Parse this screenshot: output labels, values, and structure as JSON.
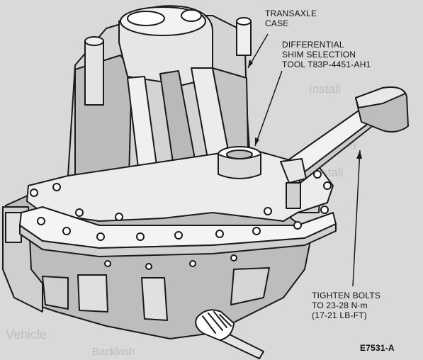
{
  "labels": {
    "transaxle_case": [
      "TRANSAXLE",
      "CASE"
    ],
    "shim_tool": [
      "DIFFERENTIAL",
      "SHIM SELECTION",
      "TOOL T83P-4451-AH1"
    ],
    "tighten_bolts": [
      "TIGHTEN BOLTS",
      "TO 23-28 N·m",
      "(17-21 LB-FT)"
    ],
    "figure_id": "E7531-A"
  },
  "bleed_through": [
    "Install",
    "Assembly",
    "Install",
    "Vehicle",
    "Backlash"
  ],
  "colors": {
    "paper": "#d9d9d9",
    "ink": "#1a1a1a",
    "shade": "#b5b5b5",
    "light": "#e6e6e6"
  }
}
